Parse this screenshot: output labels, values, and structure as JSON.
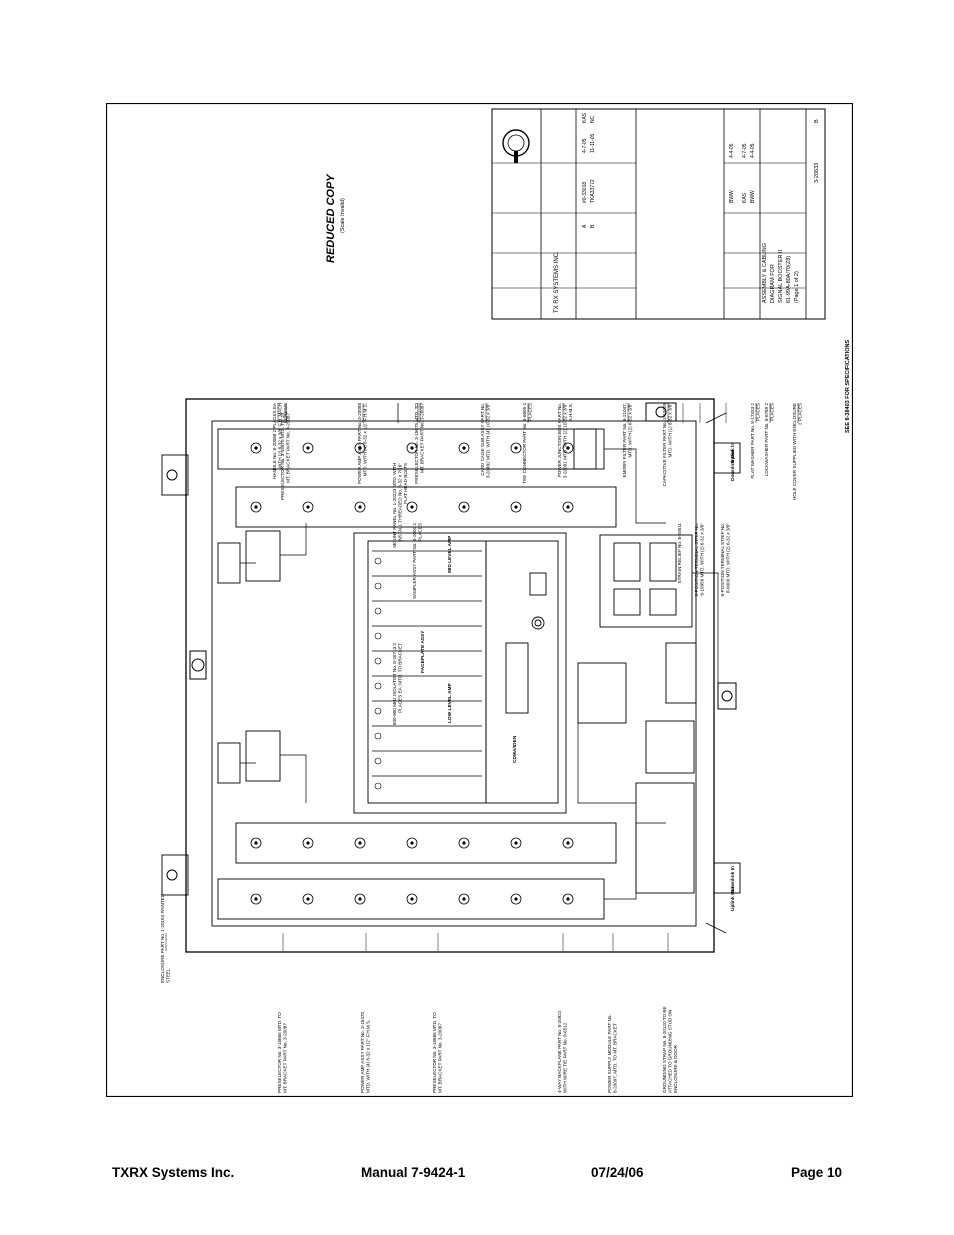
{
  "drawing": {
    "reduced_copy": "REDUCED COPY",
    "scale_note": "(Scale Invalid)",
    "specs_note": "SEE 8-38403 FOR SPECIFICATIONS",
    "company_block": "TX RX SYSTEMS INC.",
    "title_lines": [
      "ASSEMBLY & CABLING",
      "DIAGRAM FOR",
      "SIGNAL BOOSTER II",
      "61-99A-80A/70(Z8)",
      "(Page 1 of 2)"
    ],
    "dwg_no": "3-20633",
    "rev": "B",
    "drawn_by": "BWW",
    "designed_by": "BWW",
    "engineered_by": "KAS",
    "checked_by": "BWW",
    "dates": [
      "4-4-05",
      "4-7-05",
      "4-4-05"
    ],
    "revisions": [
      {
        "rev": "A",
        "change": "#0-33018",
        "date": "4-7-05",
        "by": "KAS"
      },
      {
        "rev": "B",
        "change": "TKA33772",
        "date": "11-11-05",
        "by": "NC"
      }
    ],
    "callouts": [
      "HANDLE No. 8-20068 2 PLACES EA WITH (2) 8-32 x 3/8\" F.H. MACH SCREWS",
      "PRESELECTOR No. 3-15675 MTD. TO 10 MT. BRACKET PART No. 3-20087",
      "POWER AMP ASSY PART No. 3-20088 MTD. WITH (4) 8-32 x 1/2\" F.H.M.S.",
      "PRESELECTOR No. 3-15675 MTD. TO MT. BRACKET PART No. 3-20087",
      "CARD CAGE SUB ASSY PART No. 3-20482 MTD. WITH (4) 10-32 x 3/8\"",
      "TEE CONNECTOR PART No. 8-6805 2 PLACES",
      "POWER JUNCTION BOX PART No. 3-20081 MTD. WITH (2) 10-32 x 3/8\" S.H.M.S.",
      "EMI/RFI FILTER PART No. 8-21047, MTD. WITH (2) 6-32 x 3/8\"",
      "CAPACITIVE FILTER PART No. 3-10005 MTD. WITH (1) 8-32 x 3/8\"",
      "STRAIN RELIEF No. 8-20011",
      "8-POSITION TERMINAL STRIP No. 8-19956 MTD. WITH (2) 6-32 x 3/8\"",
      "8-POSITION TERMINAL STRIP No. 8-9000 MTD. WITH (2) 6-32 x 3/8\"",
      "FLAT WASHER PART No. 8-17433 2 PLACES",
      "LOCKWASHER PART No. 8-6789 2 PLACES",
      "HOLE COVER SUPPLIED WITH ENCLOSURE 2 PLACES",
      "SAMPLER ASSY PART No. 3-2000 2 PLACES",
      "MOUNT PANEL No. 1-20223 MTD. WITH INSTALL THREADED No. 8-32 x 7/16\" FLAT HEAD BOLTS",
      "800-900 MHz ISOLATOR No. 8-20713 2 PLACES EA. MTD. TO BRACKET",
      "ENCLOSURE PART No. 1-20164 PAINTED STEEL",
      "PRESELECTOR No. 3-15665 MTD. TO MT. BRACKET PART No. 3-20087",
      "POWER AMP ASSY PART No. 3-15470 MTD. WITH (4) 8-32 x 1/2\" F.H.M.S.",
      "PRESELECTOR No. 3-15665 MTD. TO MT. BRACKET PART No. 3-20087",
      "4-WAY BACKPLANE PART No. 8-20922 WITH WIRE TIE PART No. 8-6512",
      "POWER SUPPLY MODULE PART No. 8-20097, MTD. TO MT. BRACKET",
      "GROUNDING STRAP No. 8-20120 TO BE ATTACHED TO GROUNDING STUD ON ENCLOSURE & DOOR"
    ],
    "labels": [
      "Uplink In",
      "Downlink Out",
      "Downlink In",
      "Uplink Out",
      "LOW LEVEL AMP",
      "FACEPLATE ASSY",
      "MID LEVEL AMP",
      "CDMA/IDEN"
    ]
  },
  "footer": {
    "company": "TXRX Systems Inc.",
    "manual": "Manual 7-9424-1",
    "date": "07/24/06",
    "page": "Page 10"
  }
}
